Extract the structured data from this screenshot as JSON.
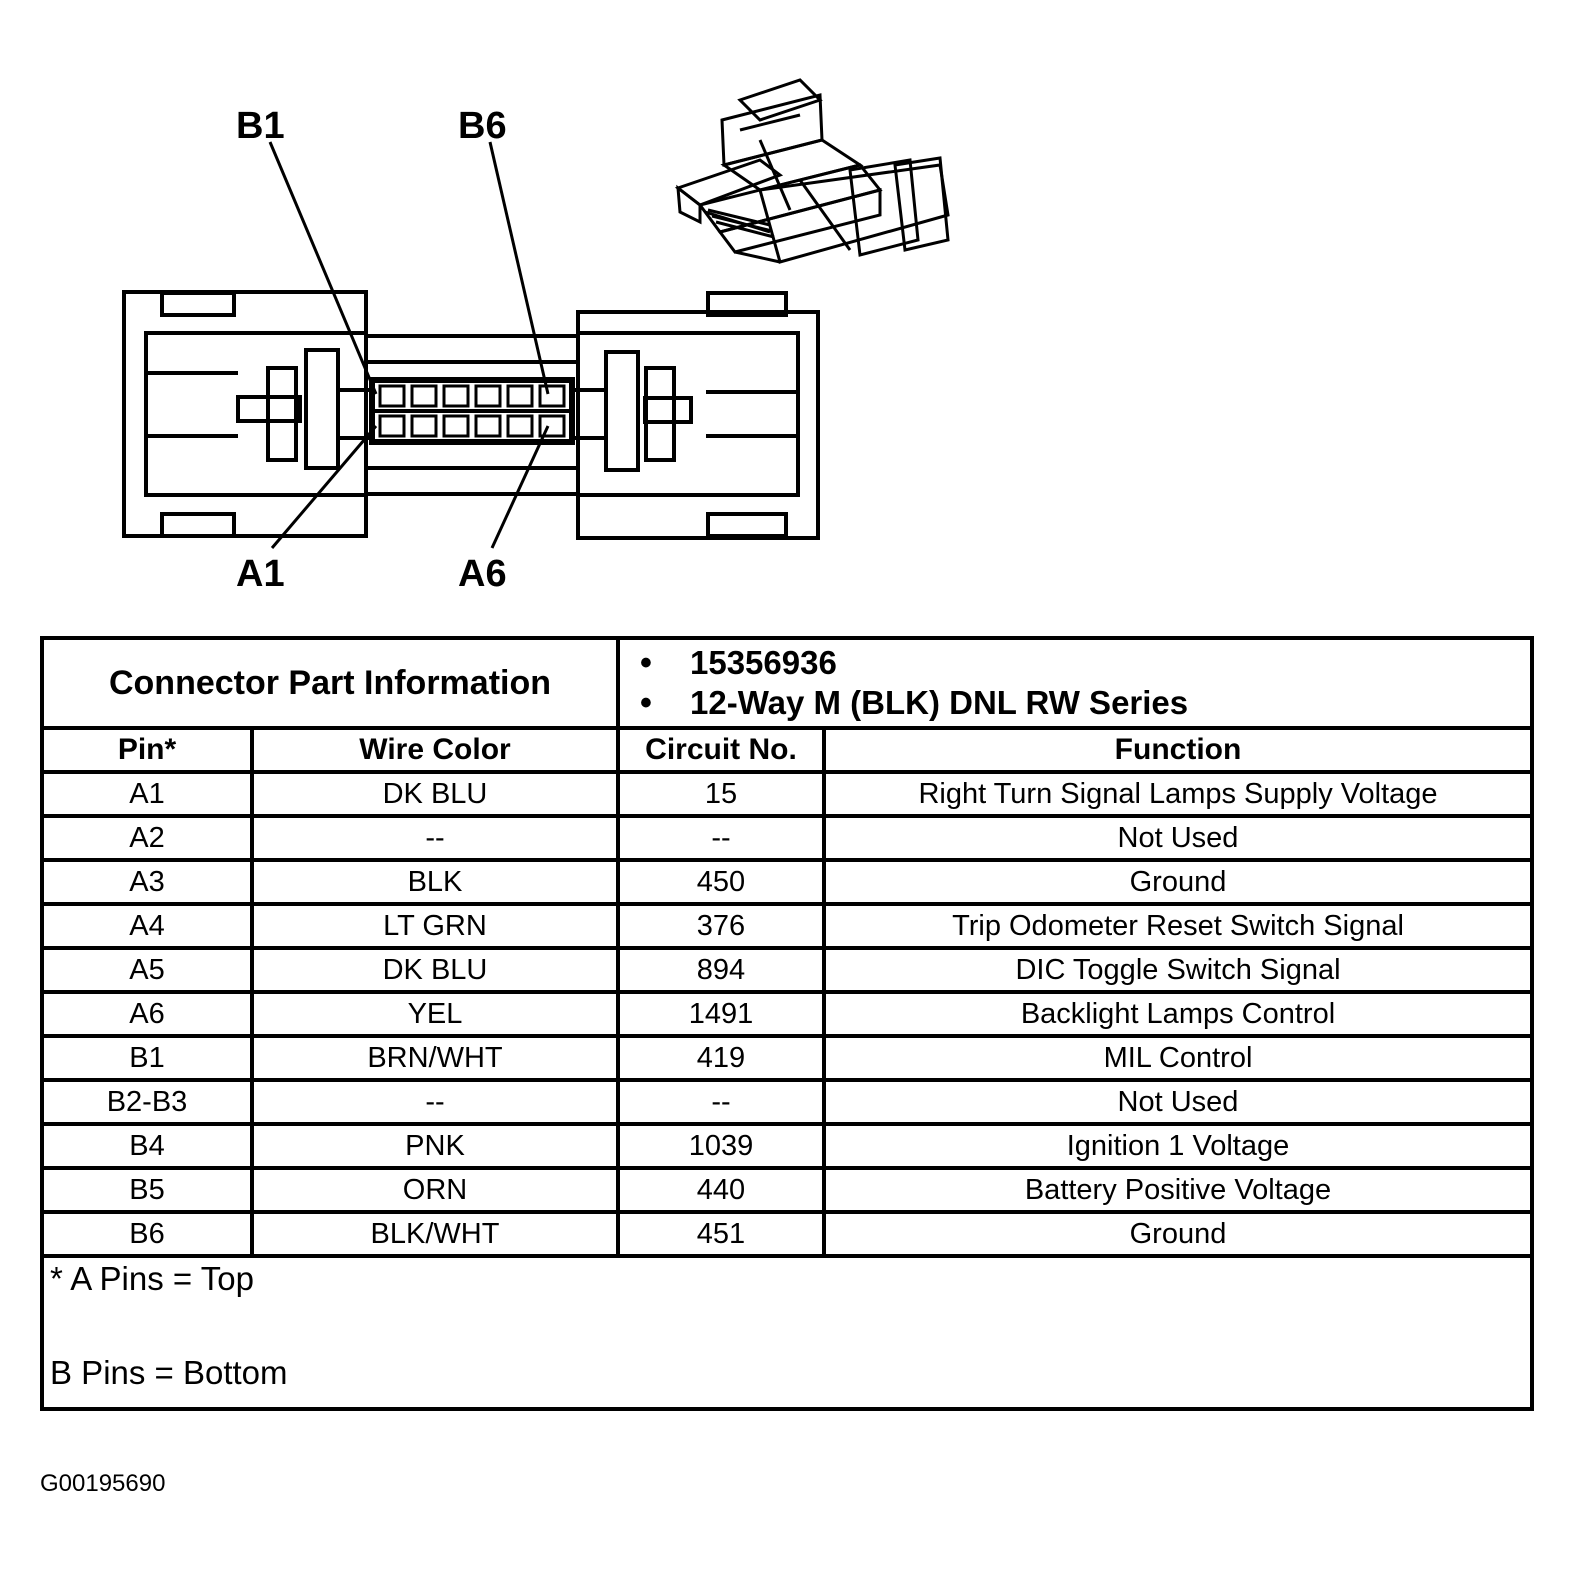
{
  "diagram": {
    "labels": [
      "B1",
      "B6",
      "A1",
      "A6"
    ]
  },
  "table": {
    "info_label": "Connector Part Information",
    "info_items": [
      "15356936",
      "12-Way M (BLK) DNL RW Series"
    ],
    "headers": [
      "Pin*",
      "Wire Color",
      "Circuit No.",
      "Function"
    ],
    "rows": [
      [
        "A1",
        "DK BLU",
        "15",
        "Right Turn Signal Lamps Supply Voltage"
      ],
      [
        "A2",
        "--",
        "--",
        "Not Used"
      ],
      [
        "A3",
        "BLK",
        "450",
        "Ground"
      ],
      [
        "A4",
        "LT GRN",
        "376",
        "Trip Odometer Reset Switch Signal"
      ],
      [
        "A5",
        "DK BLU",
        "894",
        "DIC Toggle Switch Signal"
      ],
      [
        "A6",
        "YEL",
        "1491",
        "Backlight Lamps Control"
      ],
      [
        "B1",
        "BRN/WHT",
        "419",
        "MIL Control"
      ],
      [
        "B2-B3",
        "--",
        "--",
        "Not Used"
      ],
      [
        "B4",
        "PNK",
        "1039",
        "Ignition 1 Voltage"
      ],
      [
        "B5",
        "ORN",
        "440",
        "Battery Positive Voltage"
      ],
      [
        "B6",
        "BLK/WHT",
        "451",
        "Ground"
      ]
    ],
    "notes": [
      "* A Pins = Top",
      "B Pins = Bottom"
    ]
  },
  "figure_id": "G00195690"
}
